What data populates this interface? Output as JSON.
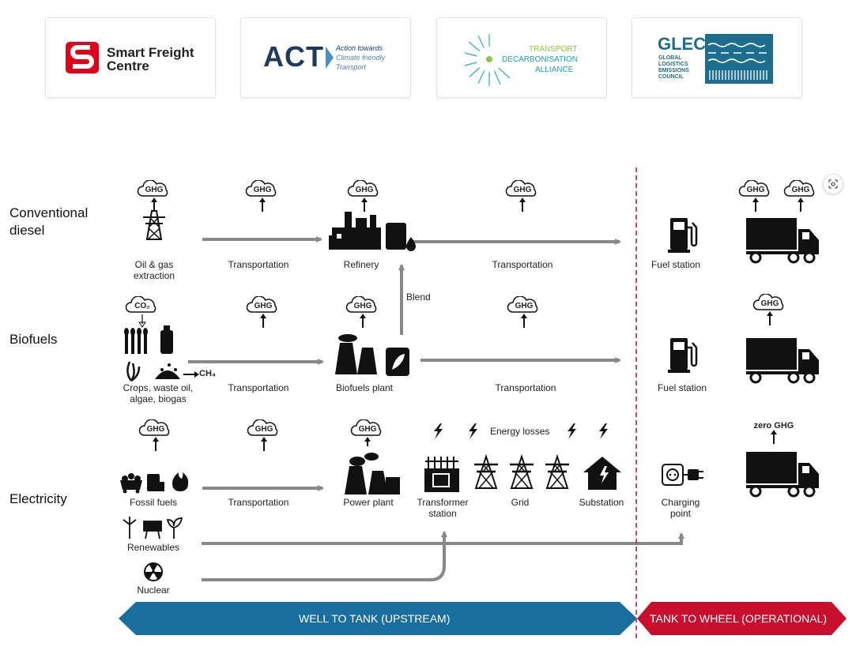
{
  "logos": {
    "sfc": {
      "line1": "Smart Freight",
      "line2": "Centre",
      "color": "#e2001a"
    },
    "act": {
      "name": "ACT",
      "line1": "Action towards",
      "line2": "Climate friendly",
      "line3": "Transport",
      "color": "#1f3a5f"
    },
    "tda": {
      "line1": "TRANSPORT",
      "line2": "DECARBONISATION",
      "line3": "ALLIANCE",
      "color": "#1fa3a8"
    },
    "glec": {
      "name": "GLEC",
      "line1": "GLOBAL",
      "line2": "LOGISTICS",
      "line3": "EMISSIONS",
      "line4": "COUNCIL",
      "color": "#1d6e8c"
    }
  },
  "rows": {
    "diesel": {
      "line1": "Conventional",
      "line2": "diesel"
    },
    "biofuels": "Biofuels",
    "electricity": "Electricity"
  },
  "ghg": "GHG",
  "co2": "CO₂",
  "ch4": "CH₄",
  "zero_ghg": "zero GHG",
  "labels": {
    "oil_gas_1": "Oil & gas",
    "oil_gas_2": "extraction",
    "transportation": "Transportation",
    "refinery": "Refinery",
    "fuel_station": "Fuel station",
    "blend": "Blend",
    "crops_1": "Crops, waste oil,",
    "crops_2": "algae, biogas",
    "biofuels_plant": "Biofuels plant",
    "fossil_fuels": "Fossil fuels",
    "power_plant": "Power plant",
    "transformer_1": "Transformer",
    "transformer_2": "station",
    "grid": "Grid",
    "substation": "Substation",
    "charging_1": "Charging",
    "charging_2": "point",
    "energy_losses": "Energy losses",
    "renewables": "Renewables",
    "nuclear": "Nuclear"
  },
  "bands": {
    "upstream": "WELL TO TANK (UPSTREAM)",
    "operational": "TANK TO WHEEL (OPERATIONAL)"
  },
  "colors": {
    "upstream_band": "#1a6e9e",
    "operational_band": "#c8102e",
    "flow_arrow": "#888888",
    "divider": "#c8102e",
    "icon": "#111111"
  }
}
